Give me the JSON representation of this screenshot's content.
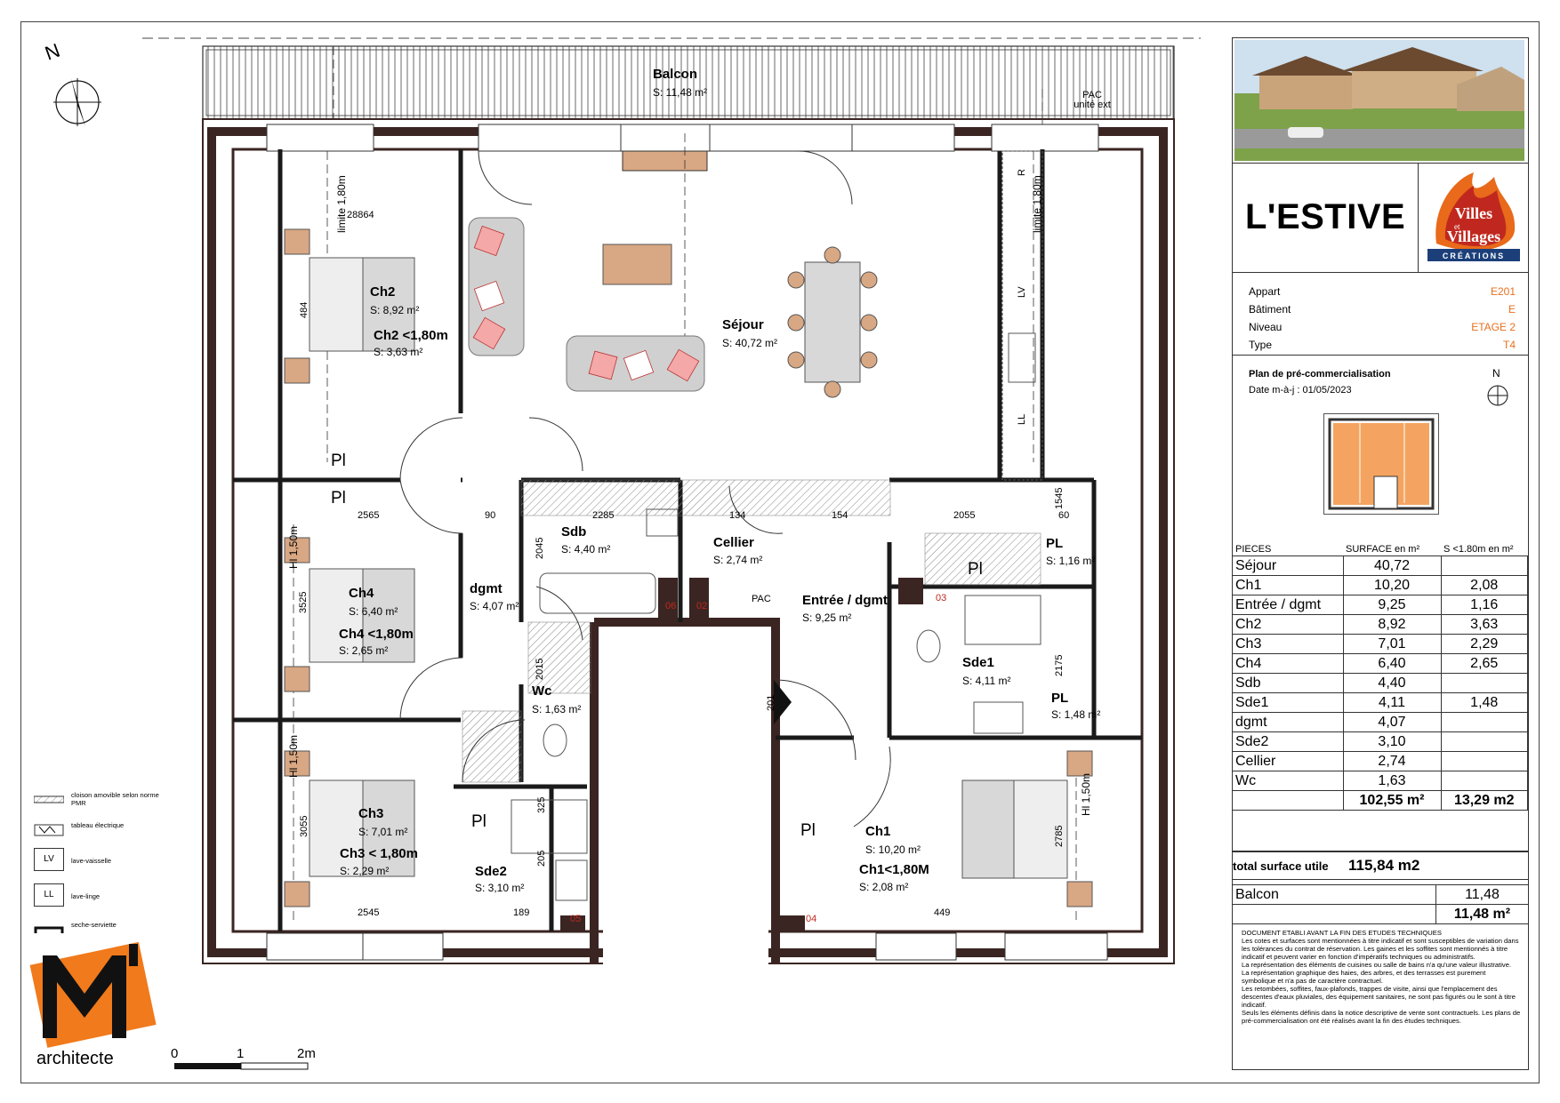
{
  "project": {
    "name": "L'ESTIVE",
    "brand_top": "Villes",
    "brand_mid": "et",
    "brand_bottom": "Villages",
    "brand_sub": "CRÉATIONS",
    "architect": "architecte"
  },
  "info": [
    {
      "key": "Appart",
      "value": "E201"
    },
    {
      "key": "Bâtiment",
      "value": "E"
    },
    {
      "key": "Niveau",
      "value": "ETAGE 2"
    },
    {
      "key": "Type",
      "value": "T4"
    }
  ],
  "plan_desc": {
    "title": "Plan de pré-commercialisation",
    "date": "Date m-à-j : 01/05/2023",
    "north": "N"
  },
  "surfaces": {
    "headers": [
      "PIECES",
      "SURFACE en m²",
      "S <1.80m en m²"
    ],
    "rows": [
      {
        "piece": "Séjour",
        "surface": "40,72",
        "low": ""
      },
      {
        "piece": "Ch1",
        "surface": "10,20",
        "low": "2,08"
      },
      {
        "piece": "Entrée / dgmt",
        "surface": "9,25",
        "low": "1,16"
      },
      {
        "piece": "Ch2",
        "surface": "8,92",
        "low": "3,63"
      },
      {
        "piece": "Ch3",
        "surface": "7,01",
        "low": "2,29"
      },
      {
        "piece": "Ch4",
        "surface": "6,40",
        "low": "2,65"
      },
      {
        "piece": "Sdb",
        "surface": "4,40",
        "low": ""
      },
      {
        "piece": "Sde1",
        "surface": "4,11",
        "low": "1,48"
      },
      {
        "piece": "dgmt",
        "surface": "4,07",
        "low": ""
      },
      {
        "piece": "Sde2",
        "surface": "3,10",
        "low": ""
      },
      {
        "piece": "Cellier",
        "surface": "2,74",
        "low": ""
      },
      {
        "piece": "Wc",
        "surface": "1,63",
        "low": ""
      }
    ],
    "total_surface": "102,55 m²",
    "total_low": "13,29 m2",
    "total_utile_label": "total surface utile",
    "total_utile": "115,84 m2",
    "balcon_label": "Balcon",
    "balcon_value": "11,48",
    "balcon_total": "11,48 m²"
  },
  "notes": [
    "DOCUMENT ETABLI AVANT LA FIN DES ETUDES TECHNIQUES",
    "Les cotes et surfaces sont mentionnées à titre indicatif et sont susceptibles de variation dans les tolérances du contrat de réservation. Les gaines et les soffites sont mentionnés à titre indicatif et peuvent varier en fonction d'impératifs techniques ou administratifs.",
    "La représentation des éléments de cuisines ou salle de bains n'a qu'une valeur illustrative.",
    "La représentation graphique des haies, des arbres, et des terrasses est purement symbolique et n'a pas de caractère contractuel.",
    "Les retombées, soffites, faux-plafonds, trappes de visite, ainsi que l'emplacement des descentes d'eaux pluviales, des équipement sanitaires, ne sont pas figurés ou le sont à titre indicatif.",
    "Seuls les éléments définis dans la notice descriptive de vente sont contractuels. Les plans de pré-commercialisation ont été réalisés avant la fin des études techniques."
  ],
  "legend": [
    {
      "icon": "hatch-icon",
      "label": "cloison amovible selon norme PMR"
    },
    {
      "icon": "electric-panel-icon",
      "label": "tableau électrique"
    },
    {
      "icon": "",
      "symbol": "LV",
      "label": "lave-vaisselle"
    },
    {
      "icon": "",
      "symbol": "LL",
      "label": "lave-linge"
    },
    {
      "icon": "towel-rail-icon",
      "label": "seche-serviette"
    }
  ],
  "scale": {
    "labels": [
      "0",
      "1",
      "2m"
    ]
  },
  "north": "N",
  "rooms": {
    "balcon": {
      "name": "Balcon",
      "surface": "S: 11,48 m²",
      "pac": "PAC",
      "pac_sub": "unité ext"
    },
    "sejour": {
      "name": "Séjour",
      "surface": "S: 40,72 m²"
    },
    "ch2": {
      "name": "Ch2",
      "surface": "S: 8,92 m²",
      "low": "Ch2 <1,80m",
      "low_s": "S: 3,63 m²"
    },
    "ch4": {
      "name": "Ch4",
      "surface": "S: 6,40 m²",
      "low": "Ch4 <1,80m",
      "low_s": "S: 2,65 m²"
    },
    "ch3": {
      "name": "Ch3",
      "surface": "S: 7,01 m²",
      "low": "Ch3 < 1,80m",
      "low_s": "S: 2,29 m²"
    },
    "ch1": {
      "name": "Ch1",
      "surface": "S: 10,20 m²",
      "low": "Ch1<1,80M",
      "low_s": "S: 2,08 m²"
    },
    "sdb": {
      "name": "Sdb",
      "surface": "S: 4,40 m²"
    },
    "cellier": {
      "name": "Cellier",
      "surface": "S: 2,74 m²",
      "pac": "PAC"
    },
    "dgmt": {
      "name": "dgmt",
      "surface": "S: 4,07 m²"
    },
    "entree": {
      "name": "Entrée / dgmt",
      "surface": "S: 9,25 m²"
    },
    "wc": {
      "name": "Wc",
      "surface": "S: 1,63 m²"
    },
    "sde1": {
      "name": "Sde1",
      "surface": "S: 4,11 m²"
    },
    "sde2": {
      "name": "Sde2",
      "surface": "S: 3,10 m²"
    },
    "pl1": {
      "name": "PL",
      "surface": "S: 1,16 m²"
    },
    "pl2": {
      "name": "PL",
      "surface": "S: 1,48 m²"
    }
  },
  "placards": [
    "Pl",
    "Pl",
    "Pl",
    "Pl",
    "Pl"
  ],
  "equipment": {
    "lv": "LV",
    "ll": "LL",
    "r": "R"
  },
  "limits": [
    "limite 1,80m",
    "limite 1,80m",
    "Hl 1,50m",
    "Hl 1,50m",
    "Hl 1,50m"
  ],
  "dims": [
    "28864",
    "484",
    "2565",
    "90",
    "2285",
    "134",
    "154",
    "2055",
    "1545",
    "60",
    "3525",
    "2045",
    "2015",
    "325",
    "205",
    "3055",
    "2545",
    "189",
    "449",
    "2175",
    "2785",
    "201",
    "06",
    "02",
    "03",
    "04",
    "05"
  ]
}
